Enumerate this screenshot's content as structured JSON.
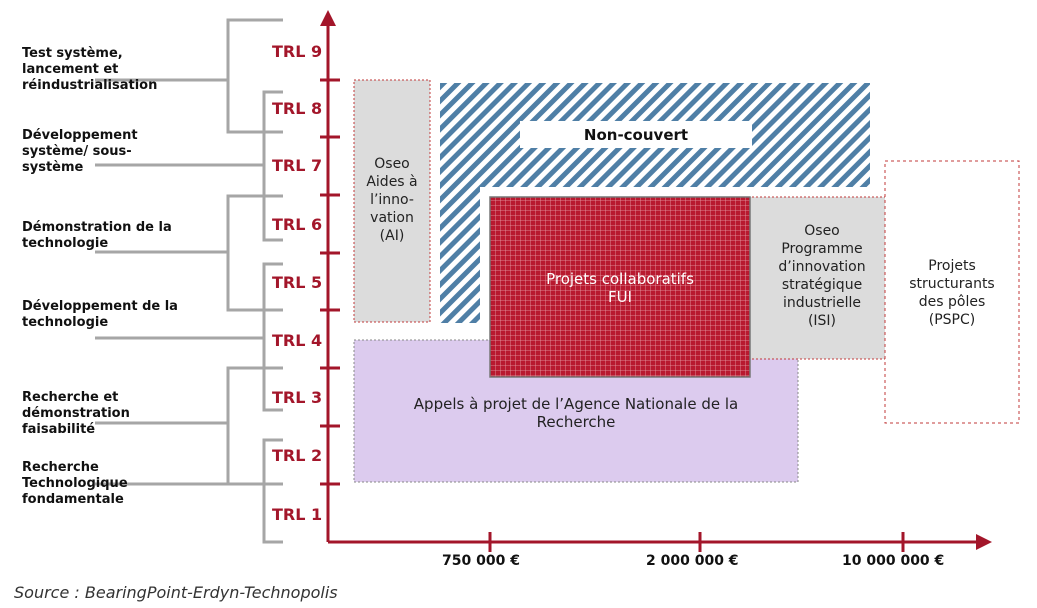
{
  "stage_labels": [
    {
      "id": "test",
      "lines": [
        "Test système,",
        "lancement et",
        "réindustrialisation"
      ]
    },
    {
      "id": "dev-sys",
      "lines": [
        "Développement",
        "système/ sous-",
        "système"
      ]
    },
    {
      "id": "demo-tech",
      "lines": [
        "Démonstration de la",
        "technologie"
      ]
    },
    {
      "id": "dev-tech",
      "lines": [
        "Développement de la",
        "technologie"
      ]
    },
    {
      "id": "recherche-demo",
      "lines": [
        "Recherche et",
        "démonstration",
        "faisabilité"
      ]
    },
    {
      "id": "recherche-fond",
      "lines": [
        "Recherche",
        "Technologique",
        "fondamentale"
      ]
    }
  ],
  "trl_levels": [
    "TRL 9",
    "TRL 8",
    "TRL 7",
    "TRL 6",
    "TRL 5",
    "TRL 4",
    "TRL 3",
    "TRL 2",
    "TRL 1"
  ],
  "x_ticks": [
    "750 000 €",
    "2 000 000 €",
    "10 000 000 €"
  ],
  "boxes": {
    "ai": [
      "Oseo",
      "Aides à",
      "l’inno-",
      "vation",
      "(AI)"
    ],
    "non_couvert": "Non-couvert",
    "fui": [
      "Projets collaboratifs",
      "FUI"
    ],
    "isi": [
      "Oseo",
      "Programme",
      "d’innovation",
      "stratégique",
      "industrielle",
      "(ISI)"
    ],
    "pspc": [
      "Projets",
      "structurants",
      "des pôles",
      "(PSPC)"
    ],
    "anr": [
      "Appels à projet de l’Agence Nationale de la",
      "Recherche"
    ]
  },
  "source": "Source : BearingPoint-Erdyn-Technopolis",
  "colors": {
    "axis": "#a3162a",
    "trl_text": "#a3162a",
    "bracket": "#a6a6a6",
    "hatch": "#4f7fa6",
    "fui_fill": "#b8192f",
    "anr_fill": "#dccbee",
    "grey_fill": "#dcdcdc",
    "dotted_border": "#c23a3a"
  }
}
